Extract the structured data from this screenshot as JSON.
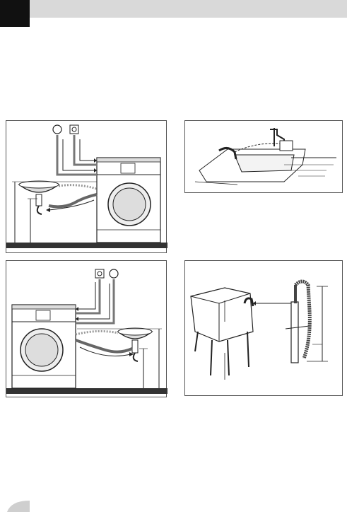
{
  "page": {
    "header_color": "#d9d9d9",
    "header_block_color": "#111111",
    "figures": [
      {
        "id": "installation-left-sink",
        "icon": "washing-machine-drain-left"
      },
      {
        "id": "drain-into-sink",
        "icon": "sink-faucet-hose"
      },
      {
        "id": "installation-right-sink",
        "icon": "washing-machine-drain-right"
      },
      {
        "id": "drain-into-tub-and-standpipe",
        "icon": "laundry-tub-standpipe"
      }
    ]
  }
}
